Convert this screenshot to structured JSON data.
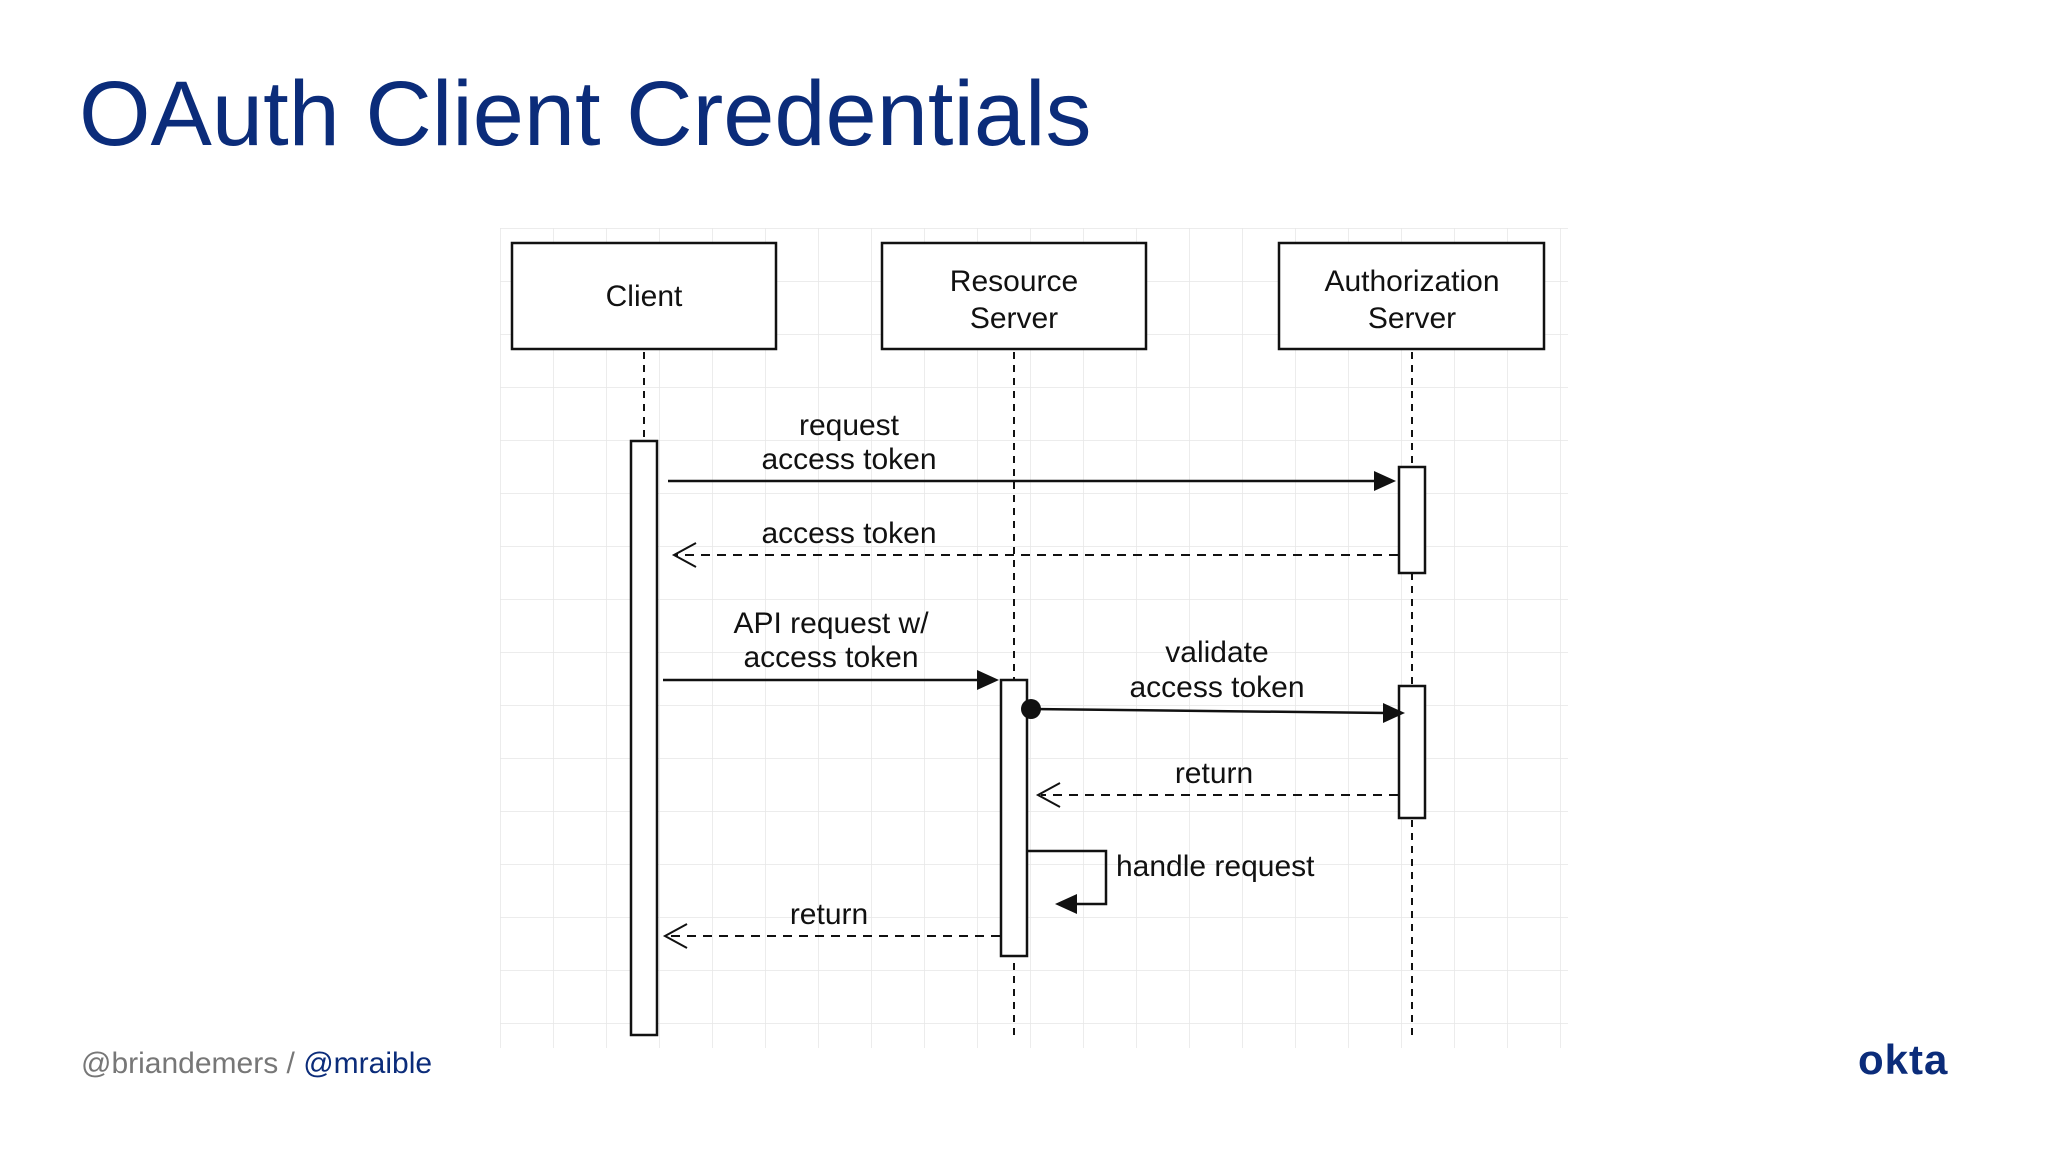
{
  "slide": {
    "title": "OAuth Client Credentials"
  },
  "diagram": {
    "participants": [
      {
        "id": "client",
        "lines": [
          "Client"
        ]
      },
      {
        "id": "resource-server",
        "lines": [
          "Resource",
          "Server"
        ]
      },
      {
        "id": "authorization-server",
        "lines": [
          "Authorization",
          "Server"
        ]
      }
    ],
    "messages": [
      {
        "id": "request-access-token",
        "from": "client",
        "to": "authorization-server",
        "style": "solid",
        "lines": [
          "request",
          "access token"
        ]
      },
      {
        "id": "access-token-return",
        "from": "authorization-server",
        "to": "client",
        "style": "dashed",
        "lines": [
          "access token"
        ]
      },
      {
        "id": "api-request",
        "from": "client",
        "to": "resource-server",
        "style": "solid",
        "lines": [
          "API request w/",
          "access token"
        ]
      },
      {
        "id": "validate-access-token",
        "from": "resource-server",
        "to": "authorization-server",
        "style": "solid",
        "lines": [
          "validate",
          "access token"
        ]
      },
      {
        "id": "validate-return",
        "from": "authorization-server",
        "to": "resource-server",
        "style": "dashed",
        "lines": [
          "return"
        ]
      },
      {
        "id": "handle-request",
        "from": "resource-server",
        "to": "resource-server",
        "style": "self",
        "lines": [
          "handle request"
        ]
      },
      {
        "id": "final-return",
        "from": "resource-server",
        "to": "client",
        "style": "dashed",
        "lines": [
          "return"
        ]
      }
    ]
  },
  "footer": {
    "handle_primary": "@briandemers",
    "separator": " / ",
    "handle_secondary": "@mraible",
    "logo_text": "okta"
  },
  "colors": {
    "title": "#0b2c7a",
    "footer_gray": "#777777",
    "grid": "#e6e6e6",
    "ink": "#111111"
  }
}
